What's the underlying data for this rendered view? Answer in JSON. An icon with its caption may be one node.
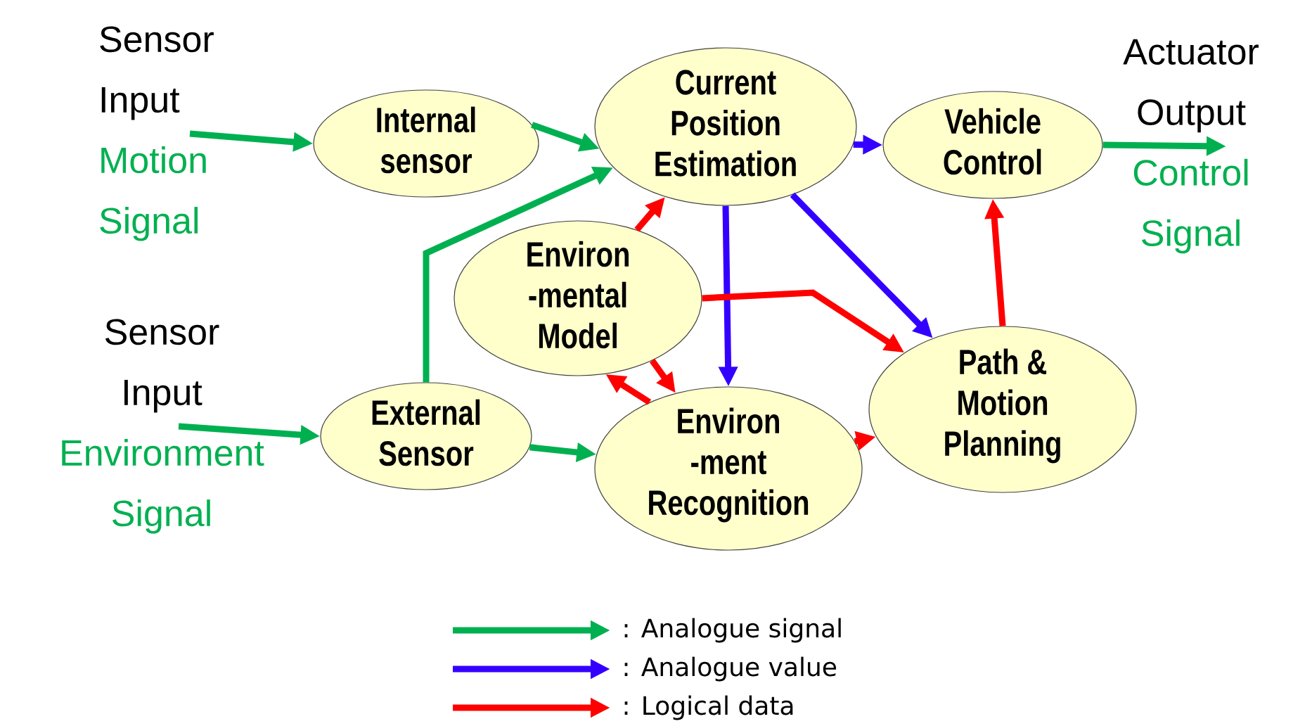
{
  "diagram": {
    "nodes": [
      {
        "text": [
          "Sensor Input",
          "Motion Signal"
        ]
      },
      {
        "text": [
          "Internal sensor"
        ]
      },
      {
        "text": [
          "Current Position Estimation"
        ]
      },
      {
        "text": [
          "Vehicle Control"
        ]
      },
      {
        "text": [
          "Actuator Output",
          "Control Signal"
        ]
      },
      {
        "text": [
          "Environ -mental Model"
        ]
      },
      {
        "text": [
          "Sensor Input",
          "Environment Signal"
        ]
      },
      {
        "text": [
          "External Sensor"
        ]
      },
      {
        "text": [
          "Environ -ment Recognition"
        ]
      },
      {
        "text": [
          "Path & Motion Planning"
        ]
      }
    ],
    "edges": [
      {
        "from": 0,
        "to": 1,
        "arrow": "to",
        "color": "#00b050"
      },
      {
        "from": 1,
        "to": 2,
        "arrow": "to",
        "color": "#00b050"
      },
      {
        "from": 7,
        "to": 2,
        "arrow": "to",
        "color": "#00b050"
      },
      {
        "from": 6,
        "to": 7,
        "arrow": "to",
        "color": "#00b050"
      },
      {
        "from": 7,
        "to": 8,
        "arrow": "to",
        "color": "#00b050"
      },
      {
        "from": 3,
        "to": 4,
        "arrow": "to",
        "color": "#00b050"
      },
      {
        "from": 2,
        "to": 3,
        "arrow": "to",
        "color": "#3300ff"
      },
      {
        "from": 2,
        "to": 8,
        "arrow": "to",
        "color": "#3300ff"
      },
      {
        "from": 2,
        "to": 9,
        "arrow": "to",
        "color": "#3300ff"
      },
      {
        "from": 5,
        "to": 2,
        "arrow": "to",
        "color": "#ff0000"
      },
      {
        "from": 5,
        "to": 8,
        "arrow": "to",
        "color": "#ff0000"
      },
      {
        "from": 8,
        "to": 5,
        "arrow": "to",
        "color": "#ff0000"
      },
      {
        "from": 5,
        "to": 9,
        "arrow": "to",
        "color": "#ff0000"
      },
      {
        "from": 8,
        "to": 9,
        "arrow": "to",
        "color": "#ff0000"
      },
      {
        "from": 9,
        "to": 3,
        "arrow": "to",
        "color": "#ff0000"
      }
    ],
    "legend": [
      {
        "text": ": Analogue signal",
        "color": "#00b050"
      },
      {
        "text": ": Analogue value",
        "color": "#3300ff"
      },
      {
        "text": ": Logical data",
        "color": "#ff0000"
      }
    ]
  }
}
